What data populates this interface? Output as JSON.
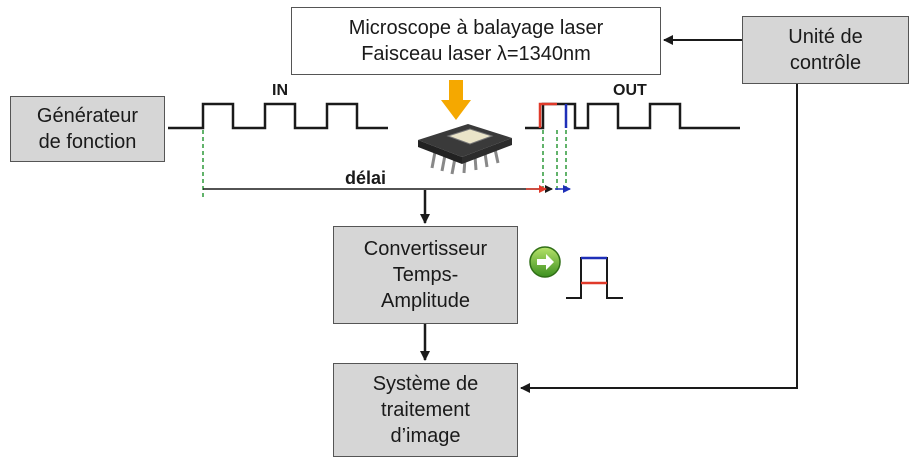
{
  "microscope": {
    "line1": "Microscope à balayage laser",
    "line2": "Faisceau laser λ=1340nm"
  },
  "control_unit": {
    "line1": "Unité de",
    "line2": "contrôle"
  },
  "function_generator": {
    "line1": "Générateur",
    "line2": "de fonction"
  },
  "converter": {
    "line1": "Convertisseur",
    "line2": "Temps-",
    "line3": "Amplitude"
  },
  "image_system": {
    "line1": "Système de",
    "line2": "traitement",
    "line3": "d’image"
  },
  "signals": {
    "in_label": "IN",
    "out_label": "OUT",
    "delay_label": "délai"
  },
  "colors": {
    "box_fill": "#d6d6d6",
    "in_marker": "#2e9a3a",
    "out_red": "#e03a2a",
    "out_blue": "#1e2fb8",
    "laser_arrow": "#f5a800"
  },
  "icons": [
    "laser-arrow-icon",
    "chip-icon",
    "next-arrow-icon",
    "pulse-output-icon"
  ]
}
